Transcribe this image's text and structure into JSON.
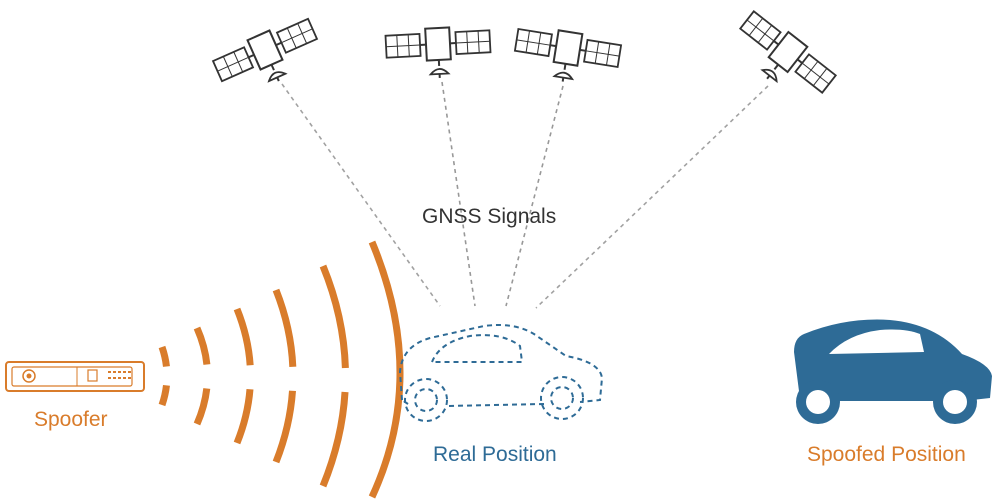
{
  "labels": {
    "gnss_signals": "GNSS Signals",
    "spoofer": "Spoofer",
    "real_position": "Real Position",
    "spoofed_position": "Spoofed Position"
  },
  "colors": {
    "orange": "#d97c2b",
    "blue": "#2e6b96",
    "dark": "#333333",
    "signal_line": "#555555",
    "device_outline": "#d97c2b"
  },
  "icons": {
    "satellite": "satellite-icon",
    "spoofer_device": "spoofer-device-icon",
    "real_car": "car-outline-icon",
    "spoofed_car": "car-filled-icon"
  },
  "satellite_count": 4,
  "wave_count": 6
}
